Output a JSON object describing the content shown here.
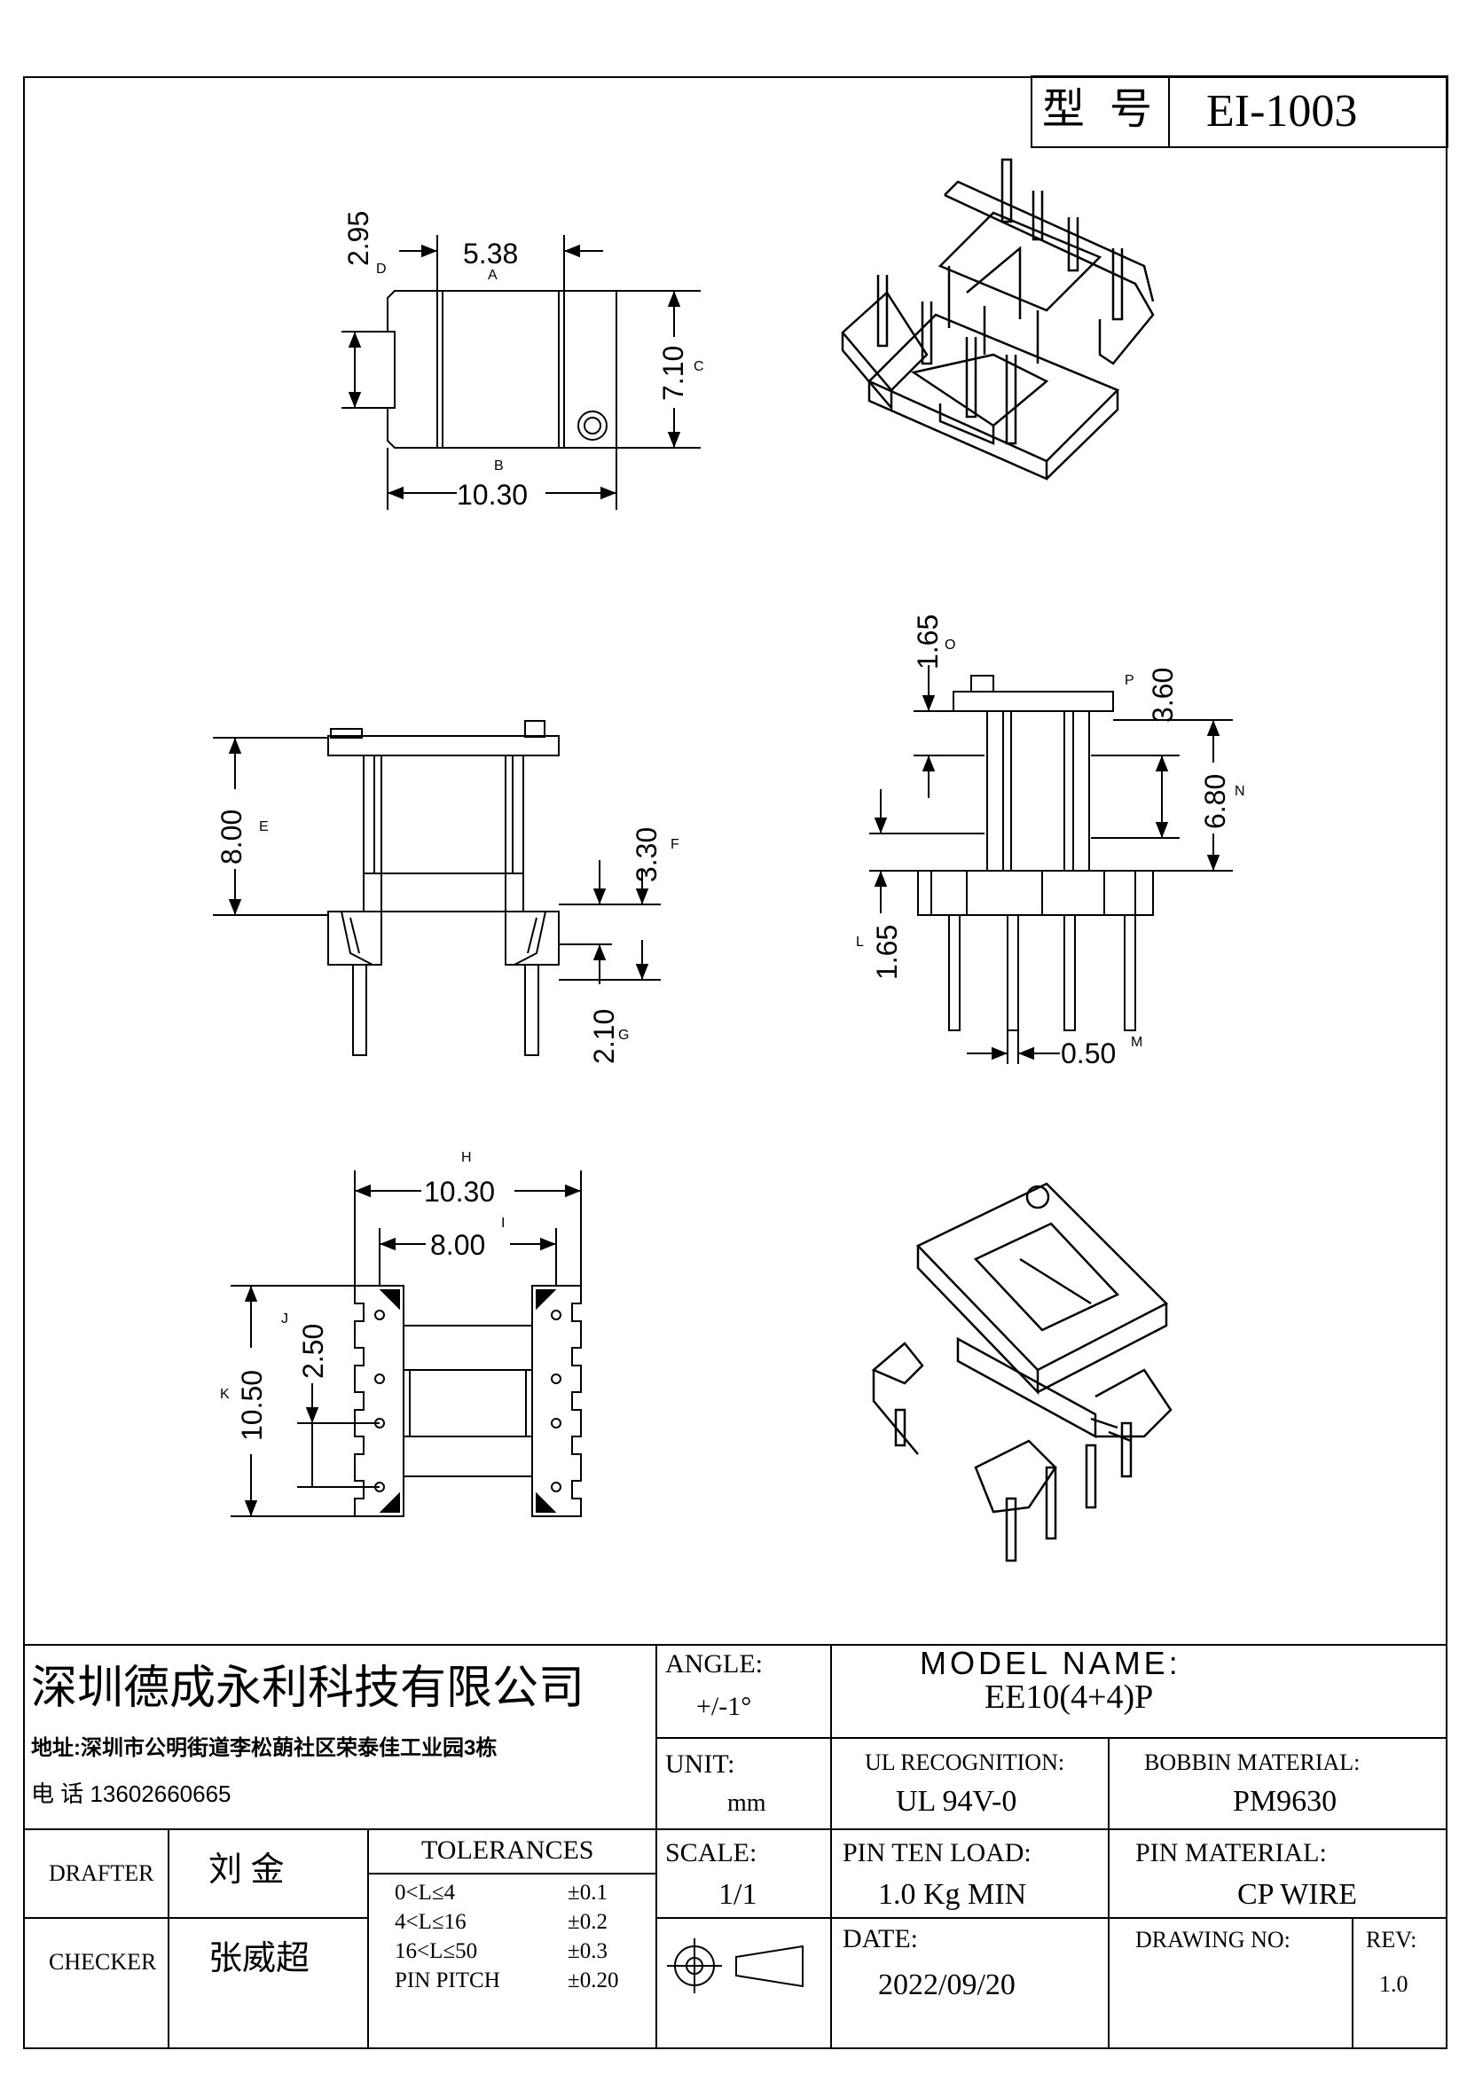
{
  "header": {
    "type_label": "型 号",
    "part_number": "EI-1003"
  },
  "dimensions": {
    "top_width": "5.38",
    "top_width_tag": "A",
    "top_height_small": "2.95",
    "top_height_small_tag": "D",
    "top_length": "10.30",
    "top_length_tag": "B",
    "top_depth": "7.10",
    "top_depth_tag": "C",
    "side_height": "8.00",
    "side_height_tag": "E",
    "side_flange": "3.30",
    "side_flange_tag": "F",
    "side_pin": "2.10",
    "side_pin_tag": "G",
    "right_top": "1.65",
    "right_top_tag": "O",
    "right_a": "3.60",
    "right_a_tag": "P",
    "right_b": "6.80",
    "right_b_tag": "N",
    "right_bottom": "1.65",
    "right_bottom_tag": "L",
    "pin_dia": "0.50",
    "pin_dia_tag": "M",
    "bottom_outer": "10.30",
    "bottom_outer_tag": "H",
    "bottom_inner": "8.00",
    "bottom_inner_tag": "I",
    "bottom_pitch": "2.50",
    "bottom_pitch_tag": "J",
    "bottom_length": "10.50",
    "bottom_length_tag": "K"
  },
  "title_block": {
    "company": "深圳德成永利科技有限公司",
    "address": "地址:深圳市公明街道李松蓢社区荣泰佳工业园3栋",
    "phone": "电 话  13602660665",
    "angle_label": "ANGLE:",
    "angle_value": "+/-1°",
    "model_label": "MODEL NAME:",
    "model_value": "EE10(4+4)P",
    "unit_label": "UNIT:",
    "unit_value": "mm",
    "ul_label": "UL RECOGNITION:",
    "ul_value": "UL 94V-0",
    "bobbin_label": "BOBBIN MATERIAL:",
    "bobbin_value": "PM9630",
    "drafter_label": "DRAFTER",
    "drafter_value": "刘  金",
    "checker_label": "CHECKER",
    "checker_value": "张威超",
    "tolerances_label": "TOLERANCES",
    "tol_rows": [
      {
        "range": "0<L≤4",
        "value": "±0.1"
      },
      {
        "range": "4<L≤16",
        "value": "±0.2"
      },
      {
        "range": "16<L≤50",
        "value": "±0.3"
      },
      {
        "range": "PIN PITCH",
        "value": "±0.20"
      }
    ],
    "scale_label": "SCALE:",
    "scale_value": "1/1",
    "pin_load_label": "PIN TEN LOAD:",
    "pin_load_value": "1.0 Kg MIN",
    "pin_material_label": "PIN MATERIAL:",
    "pin_material_value": "CP WIRE",
    "date_label": "DATE:",
    "date_value": "2022/09/20",
    "drawing_no_label": "DRAWING NO:",
    "rev_label": "REV:",
    "rev_value": "1.0"
  }
}
